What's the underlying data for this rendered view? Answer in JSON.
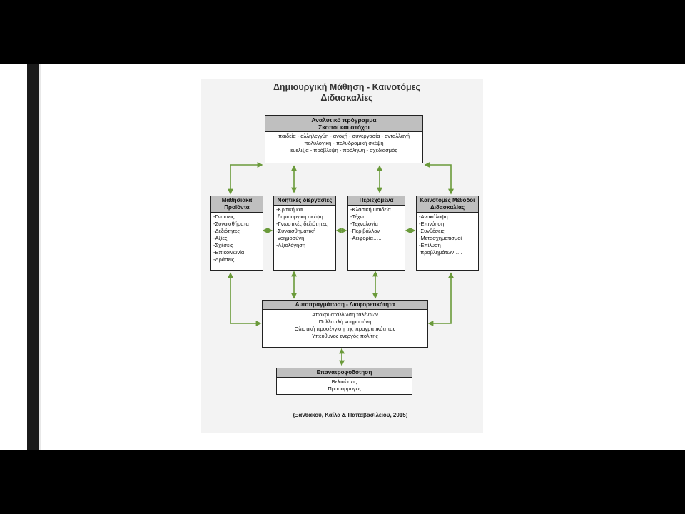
{
  "diagram": {
    "title_lines": [
      "Δημιουργική Μάθηση - Καινοτόμες",
      "Διδασκαλίες"
    ],
    "curriculum": {
      "heading_lines": [
        "Αναλυτικό πρόγραμμα",
        "Σκοποί και στόχοι"
      ],
      "lines": [
        "παιδεία - αλληλεγγύη - ανοχή - συνεργασία - ανταλλαγή",
        "πολυλογική - πολυδρομική σκέψη",
        "ευελιξία - πρόβλεψη - πρόληψη - σχεδιασμός"
      ]
    },
    "columns": [
      {
        "heading_lines": [
          "Μαθησιακά",
          "Προϊόντα"
        ],
        "items": [
          "-Γνώσεις",
          "-Συναισθήματα",
          "-Δεξιότητες",
          "-Αξίες",
          "-Σχέσεις",
          "-Επικοινωνία",
          "-Δράσεις"
        ]
      },
      {
        "heading_lines": [
          "Νοητικές διεργασίες"
        ],
        "items": [
          "-Κριτική και",
          " δημιουργική σκέψη",
          "-Γνωστικές δεξιότητες",
          "-Συναισθηματική",
          " νοημοσύνη",
          "-Αξιολόγηση"
        ]
      },
      {
        "heading_lines": [
          "Περιεχόμενα"
        ],
        "items": [
          "-Κλασική Παιδεία",
          "-Τέχνη",
          "-Τεχνολογία",
          "-Περιβάλλον",
          "-Αειφορία….."
        ]
      },
      {
        "heading_lines": [
          "Καινοτόμες Μέθοδοι",
          "Διδασκαλίας"
        ],
        "items": [
          "-Ανακάλυψη",
          "-Επινόηση",
          "-Συνθέσεις",
          "-Μετασχηματισμοί",
          "-Επίλυση",
          " προβλημάτων….."
        ]
      }
    ],
    "self_actualization": {
      "heading": "Αυτοπραγμάτωση - Διαφορετικότητα",
      "lines": [
        "Αποκρυστάλλωση ταλέντων",
        "Πολλαπλή νοημοσύνη",
        "Ολιστική προσέγγιση της πραγματικότητας",
        "Υπεύθυνος ενεργός πολίτης"
      ]
    },
    "feedback": {
      "heading": "Επανατροφοδότηση",
      "lines": [
        "Βελτιώσεις",
        "Προσαρμογές"
      ]
    },
    "citation": "(Ξανθάκου, Καΐλα & Παπαβασιλείου, 2015)",
    "colors": {
      "arrow": "#6a9a3a",
      "header_fill": "#bfbfbf",
      "figure_bg": "#f3f3f3"
    }
  }
}
